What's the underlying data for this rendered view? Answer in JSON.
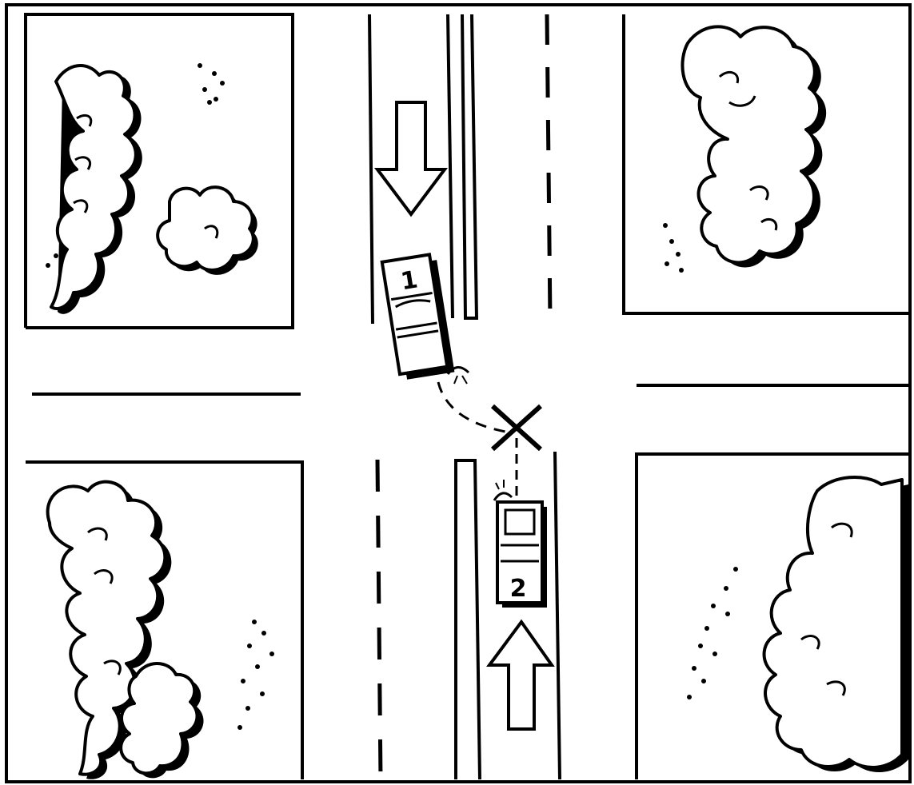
{
  "diagram": {
    "vehicles": [
      {
        "id": "vehicle-1",
        "label": "1",
        "direction": "southbound"
      },
      {
        "id": "vehicle-2",
        "label": "2",
        "direction": "northbound"
      }
    ],
    "collision_marker": "×",
    "colors": {
      "ink": "#000000",
      "paper": "#ffffff"
    }
  }
}
